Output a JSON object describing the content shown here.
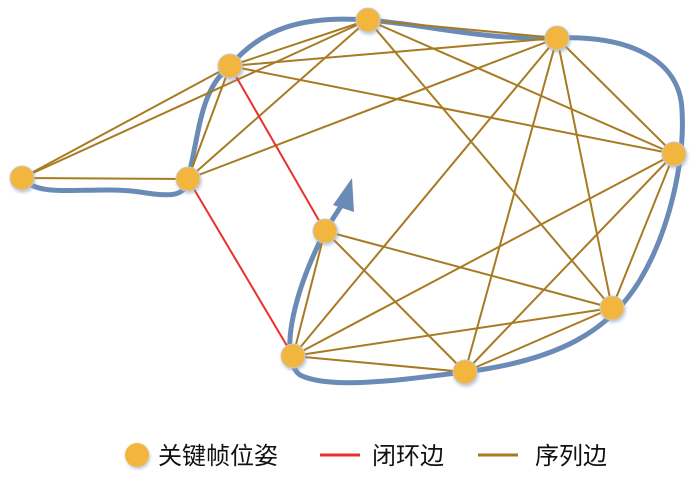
{
  "colors": {
    "node": "#F2B53C",
    "node_stroke": "#C9C9C9",
    "loop_edge": "#E8312A",
    "sequence_edge": "#A87A22",
    "trajectory": "#6A8BB5"
  },
  "graph": {
    "nodes": [
      "A",
      "B",
      "C",
      "D",
      "E",
      "F",
      "G",
      "H",
      "I",
      "J"
    ],
    "sequence_edges": [
      [
        "A",
        "B"
      ],
      [
        "A",
        "C"
      ],
      [
        "A",
        "D"
      ],
      [
        "B",
        "C"
      ],
      [
        "B",
        "D"
      ],
      [
        "B",
        "E"
      ],
      [
        "C",
        "D"
      ],
      [
        "C",
        "E"
      ],
      [
        "C",
        "F"
      ],
      [
        "D",
        "E"
      ],
      [
        "D",
        "F"
      ],
      [
        "D",
        "G"
      ],
      [
        "E",
        "F"
      ],
      [
        "E",
        "G"
      ],
      [
        "E",
        "H"
      ],
      [
        "E",
        "I"
      ],
      [
        "F",
        "G"
      ],
      [
        "F",
        "H"
      ],
      [
        "F",
        "I"
      ],
      [
        "G",
        "H"
      ],
      [
        "G",
        "I"
      ],
      [
        "G",
        "J"
      ],
      [
        "H",
        "I"
      ],
      [
        "H",
        "J"
      ],
      [
        "I",
        "J"
      ]
    ],
    "loop_edges": [
      [
        "C",
        "J"
      ],
      [
        "B",
        "I"
      ]
    ]
  },
  "legend": {
    "keyframe_label": "关键帧位姿",
    "loop_label": "闭环边",
    "sequence_label": "序列边"
  }
}
